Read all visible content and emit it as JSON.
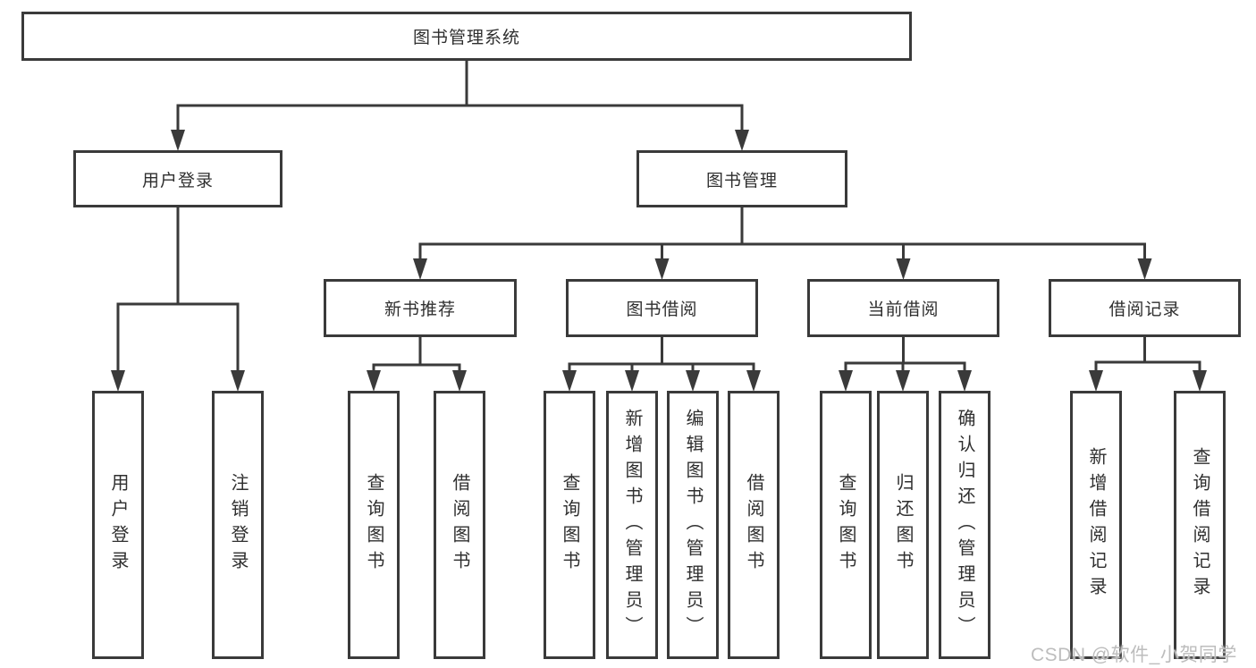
{
  "diagram": {
    "type": "hierarchy-tree",
    "title": "图书管理系统",
    "watermark": "CSDN @软件_小贺同学",
    "colors": {
      "line": "#3a3a3a",
      "box_border": "#3a3a3a",
      "box_background": "#ffffff",
      "text": "#2f2f2f",
      "watermark": "#bdbdbd",
      "page_background": "#ffffff"
    },
    "nodes": [
      {
        "id": "root",
        "parent": null,
        "label": "图书管理系统"
      },
      {
        "id": "user-login",
        "parent": "root",
        "label": "用户登录"
      },
      {
        "id": "book-management",
        "parent": "root",
        "label": "图书管理"
      },
      {
        "id": "login",
        "parent": "user-login",
        "label": "用户登录"
      },
      {
        "id": "logout",
        "parent": "user-login",
        "label": "注销登录"
      },
      {
        "id": "new-book-recommend",
        "parent": "book-management",
        "label": "新书推荐"
      },
      {
        "id": "book-borrow",
        "parent": "book-management",
        "label": "图书借阅"
      },
      {
        "id": "current-borrow",
        "parent": "book-management",
        "label": "当前借阅"
      },
      {
        "id": "borrow-records",
        "parent": "book-management",
        "label": "借阅记录"
      },
      {
        "id": "query-books-1",
        "parent": "new-book-recommend",
        "label": "查询图书"
      },
      {
        "id": "borrow-books-1",
        "parent": "new-book-recommend",
        "label": "借阅图书"
      },
      {
        "id": "query-books-2",
        "parent": "book-borrow",
        "label": "查询图书"
      },
      {
        "id": "add-books-admin",
        "parent": "book-borrow",
        "label": "新增图书（管理员）"
      },
      {
        "id": "edit-books-admin",
        "parent": "book-borrow",
        "label": "编辑图书（管理员）"
      },
      {
        "id": "borrow-books-2",
        "parent": "book-borrow",
        "label": "借阅图书"
      },
      {
        "id": "query-books-3",
        "parent": "current-borrow",
        "label": "查询图书"
      },
      {
        "id": "return-books",
        "parent": "current-borrow",
        "label": "归还图书"
      },
      {
        "id": "confirm-return-admin",
        "parent": "current-borrow",
        "label": "确认归还（管理员）"
      },
      {
        "id": "add-borrow-record",
        "parent": "borrow-records",
        "label": "新增借阅记录"
      },
      {
        "id": "query-borrow-record",
        "parent": "borrow-records",
        "label": "查询借阅记录"
      }
    ]
  }
}
